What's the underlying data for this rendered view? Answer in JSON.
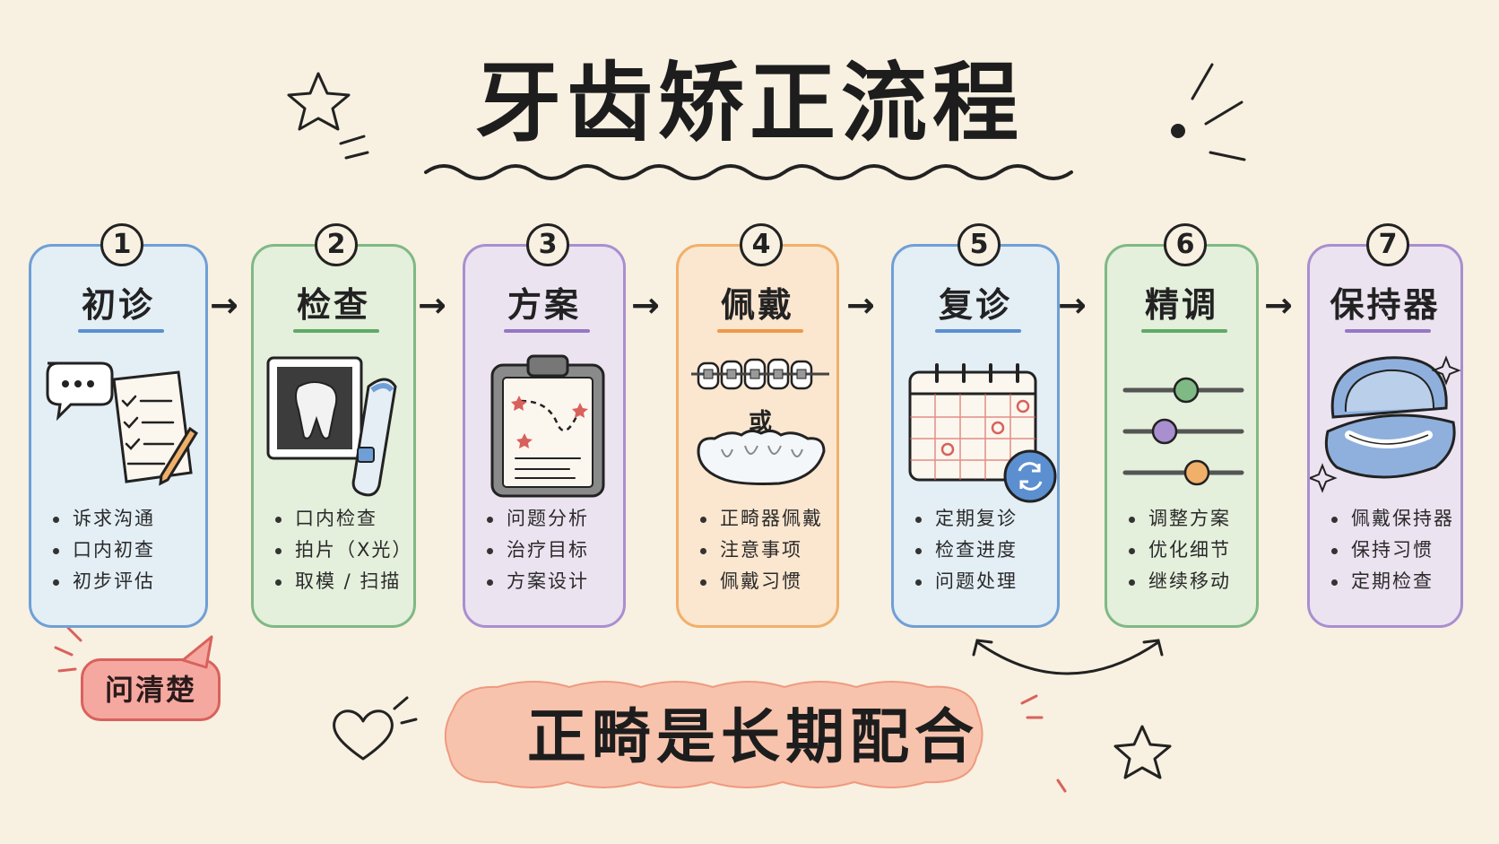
{
  "title": "牙齿矫正流程",
  "steps": [
    {
      "num": "1",
      "title": "初诊",
      "color": "#6f9fd6",
      "fill": "#e3eef5",
      "underline": "#5b8fd0",
      "bullets": [
        "诉求沟通",
        "口内初查",
        "初步评估"
      ]
    },
    {
      "num": "2",
      "title": "检查",
      "color": "#7fb984",
      "fill": "#e4efdc",
      "underline": "#5faa66",
      "bullets": [
        "口内检查",
        "拍片（X光）",
        "取模 / 扫描"
      ]
    },
    {
      "num": "3",
      "title": "方案",
      "color": "#a98fcf",
      "fill": "#ece3f1",
      "underline": "#9477c4",
      "bullets": [
        "问题分析",
        "治疗目标",
        "方案设计"
      ]
    },
    {
      "num": "4",
      "title": "佩戴",
      "color": "#f0b06a",
      "fill": "#fbe6cf",
      "underline": "#ec9a48",
      "bullets": [
        "正畸器佩戴",
        "注意事项",
        "佩戴习惯"
      ],
      "or_label": "或"
    },
    {
      "num": "5",
      "title": "复诊",
      "color": "#6f9fd6",
      "fill": "#e3eef5",
      "underline": "#5b8fd0",
      "bullets": [
        "定期复诊",
        "检查进度",
        "问题处理"
      ]
    },
    {
      "num": "6",
      "title": "精调",
      "color": "#7fb984",
      "fill": "#e4efdc",
      "underline": "#5faa66",
      "bullets": [
        "调整方案",
        "优化细节",
        "继续移动"
      ]
    },
    {
      "num": "7",
      "title": "保持器",
      "color": "#a98fcf",
      "fill": "#ece3f1",
      "underline": "#9477c4",
      "bullets": [
        "佩戴保持器",
        "保持习惯",
        "定期检查"
      ]
    }
  ],
  "bubble_label": "问清楚",
  "banner_label": "正畸是长期配合",
  "icons": [
    "speech-bubble-icon",
    "checklist-icon",
    "pencil-icon",
    "xray-tooth-icon",
    "scanner-icon",
    "clipboard-plan-icon",
    "braces-icon",
    "aligner-icon",
    "calendar-icon",
    "refresh-icon",
    "sliders-icon",
    "retainer-case-icon",
    "star-icon",
    "heart-icon",
    "sparkle-icon"
  ]
}
